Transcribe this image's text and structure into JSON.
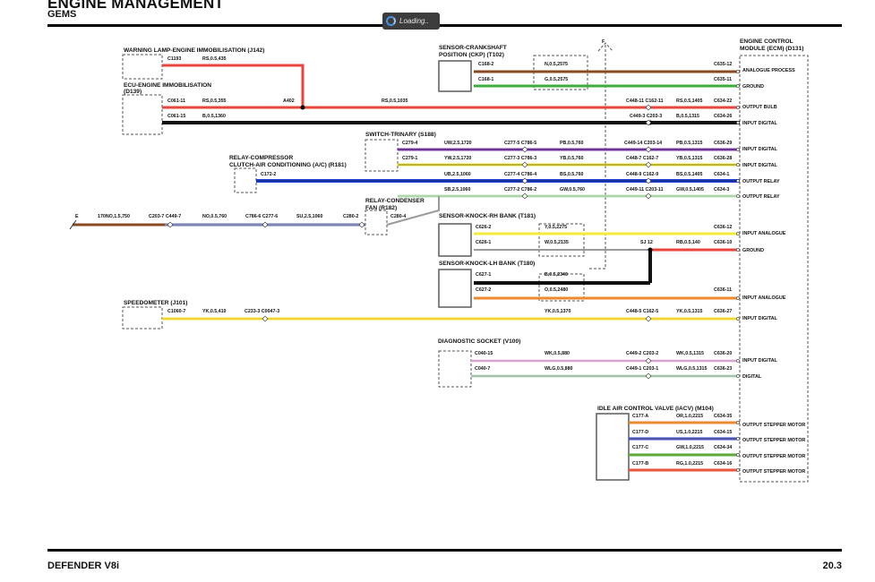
{
  "header": {
    "title": "ENGINE MANAGEMENT",
    "subtitle": "GEMS",
    "loading_text": "Loading.."
  },
  "footer": {
    "left": "DEFENDER V8i",
    "right": "20.3"
  },
  "colors": {
    "red": "#e8453c",
    "black": "#111111",
    "brown": "#8a4a20",
    "green": "#3cae3c",
    "purple": "#8a3fc0",
    "yellow": "#f4ea3a",
    "blue": "#1f3fd0",
    "grey": "#9a9a9a",
    "orange": "#ee8a2e",
    "pink": "#f0c8d8",
    "lightgreen": "#b6e6b0",
    "slate": "#5b6ea8"
  },
  "components": [
    {
      "id": "j142",
      "text": [
        "WARNING LAMP-ENGINE IMMOBILISATION (J142)"
      ]
    },
    {
      "id": "d139",
      "text": [
        "ECU-ENGINE IMMOBILISATION",
        "(D139)"
      ]
    },
    {
      "id": "t102",
      "text": [
        "SENSOR-CRANKSHAFT",
        "POSITION (CKP) (T102)"
      ]
    },
    {
      "id": "d131",
      "text": [
        "ENGINE CONTROL",
        "MODULE (ECM) (D131)"
      ]
    },
    {
      "id": "s188",
      "text": [
        "SWITCH-TRINARY (S188)"
      ]
    },
    {
      "id": "r181",
      "text": [
        "RELAY-COMPRESSOR",
        "CLUTCH-AIR CONDITIONING (A/C) (R181)"
      ]
    },
    {
      "id": "r182",
      "text": [
        "RELAY-CONDENSER",
        "FAN (R182)"
      ]
    },
    {
      "id": "t181",
      "text": [
        "SENSOR-KNOCK-RH BANK (T181)"
      ]
    },
    {
      "id": "t180",
      "text": [
        "SENSOR-KNOCK-LH BANK (T180)"
      ]
    },
    {
      "id": "j101",
      "text": [
        "SPEEDOMETER (J101)"
      ]
    },
    {
      "id": "v100",
      "text": [
        "DIAGNOSTIC SOCKET (V100)"
      ]
    },
    {
      "id": "m104",
      "text": [
        "IDLE AIR CONTROL VALVE (IACV) (M104)"
      ]
    }
  ],
  "labels": [
    {
      "id": "l1",
      "text": "C1193"
    },
    {
      "id": "l2",
      "text": "RS,0.5,435"
    },
    {
      "id": "l3",
      "text": "C168-2"
    },
    {
      "id": "l4",
      "text": "N,0.5,2575"
    },
    {
      "id": "l5",
      "text": "C635-12"
    },
    {
      "id": "l6",
      "text": "C168-1"
    },
    {
      "id": "l7",
      "text": "G,0.5,2575"
    },
    {
      "id": "l8",
      "text": "C635-11"
    },
    {
      "id": "l9",
      "text": "C061-11"
    },
    {
      "id": "l10",
      "text": "RS,0.5,355"
    },
    {
      "id": "l11",
      "text": "A402"
    },
    {
      "id": "l12",
      "text": "RS,0.5,1035"
    },
    {
      "id": "l13",
      "text": "C448-11 C162-11"
    },
    {
      "id": "l14",
      "text": "RS,0.5,1405"
    },
    {
      "id": "l15",
      "text": "C634-22"
    },
    {
      "id": "l16",
      "text": "C061-15"
    },
    {
      "id": "l17",
      "text": "B,0.5,1360"
    },
    {
      "id": "l18",
      "text": "C449-3 C203-3"
    },
    {
      "id": "l19",
      "text": "B,0.5,1315"
    },
    {
      "id": "l20",
      "text": "C634-26"
    },
    {
      "id": "l21",
      "text": "C279-4"
    },
    {
      "id": "l22",
      "text": "UW,2.5,1720"
    },
    {
      "id": "l23",
      "text": "C277-5 C786-5"
    },
    {
      "id": "l24",
      "text": "PB,0.5,760"
    },
    {
      "id": "l25",
      "text": "C449-14 C203-14"
    },
    {
      "id": "l26",
      "text": "PB,0.5,1315"
    },
    {
      "id": "l27",
      "text": "C636-29"
    },
    {
      "id": "l28",
      "text": "C279-1"
    },
    {
      "id": "l29",
      "text": "YW,2.5,1720"
    },
    {
      "id": "l30",
      "text": "C277-3 C786-3"
    },
    {
      "id": "l31",
      "text": "YB,0.5,760"
    },
    {
      "id": "l32",
      "text": "C448-7 C162-7"
    },
    {
      "id": "l33",
      "text": "YB,0.5,1315"
    },
    {
      "id": "l34",
      "text": "C636-28"
    },
    {
      "id": "l35",
      "text": "C172-2"
    },
    {
      "id": "l36",
      "text": "UB,2.5,1060"
    },
    {
      "id": "l37",
      "text": "C277-4 C786-4"
    },
    {
      "id": "l38",
      "text": "BS,0.5,760"
    },
    {
      "id": "l39",
      "text": "C448-9 C162-9"
    },
    {
      "id": "l40",
      "text": "BS,0.5,1405"
    },
    {
      "id": "l41",
      "text": "C634-1"
    },
    {
      "id": "l42",
      "text": "SB,2.5,1060"
    },
    {
      "id": "l43",
      "text": "C277-2 C786-2"
    },
    {
      "id": "l44",
      "text": "GW,0.5,760"
    },
    {
      "id": "l45",
      "text": "C449-11 C203-11"
    },
    {
      "id": "l46",
      "text": "GW,0.5,1405"
    },
    {
      "id": "l47",
      "text": "C634-3"
    },
    {
      "id": "l48",
      "text": "E"
    },
    {
      "id": "l49",
      "text": "170NO,1.5,750"
    },
    {
      "id": "l50",
      "text": "C203-7 C449-7"
    },
    {
      "id": "l51",
      "text": "NO,0.5,760"
    },
    {
      "id": "l52",
      "text": "C786-6 C277-6"
    },
    {
      "id": "l53",
      "text": "SU,2.5,1060"
    },
    {
      "id": "l54",
      "text": "C280-2"
    },
    {
      "id": "l55",
      "text": "C280-4"
    },
    {
      "id": "l56",
      "text": "C626-2"
    },
    {
      "id": "l57",
      "text": "Y,0.5,2275"
    },
    {
      "id": "l58",
      "text": "C636-12"
    },
    {
      "id": "l59",
      "text": "C626-1"
    },
    {
      "id": "l60",
      "text": "W,0.5,2135"
    },
    {
      "id": "l61",
      "text": "SJ 12"
    },
    {
      "id": "l62",
      "text": "RB,0.5,140"
    },
    {
      "id": "l63",
      "text": "C636-10"
    },
    {
      "id": "l64",
      "text": "C627-1"
    },
    {
      "id": "l65",
      "text": "B,0.5,2340"
    },
    {
      "id": "l66",
      "text": "C627-2"
    },
    {
      "id": "l67",
      "text": "O,0.5,2480"
    },
    {
      "id": "l68",
      "text": "C636-11"
    },
    {
      "id": "l69",
      "text": "C1060-7"
    },
    {
      "id": "l70",
      "text": "YK,0.5,410"
    },
    {
      "id": "l71",
      "text": "C233-3 C0047-3"
    },
    {
      "id": "l72",
      "text": "YK,0.5,1370"
    },
    {
      "id": "l73",
      "text": "C448-5 C162-5"
    },
    {
      "id": "l74",
      "text": "YK,0.5,1315"
    },
    {
      "id": "l75",
      "text": "C636-27"
    },
    {
      "id": "l76",
      "text": "C040-15"
    },
    {
      "id": "l77",
      "text": "WK,0.5,880"
    },
    {
      "id": "l78",
      "text": "C449-2 C203-2"
    },
    {
      "id": "l79",
      "text": "WK,0.5,1315"
    },
    {
      "id": "l80",
      "text": "C636-20"
    },
    {
      "id": "l81",
      "text": "C040-7"
    },
    {
      "id": "l82",
      "text": "WLG,0.5,880"
    },
    {
      "id": "l83",
      "text": "C449-1 C203-1"
    },
    {
      "id": "l84",
      "text": "WLG,0.5,1315"
    },
    {
      "id": "l85",
      "text": "C636-23"
    },
    {
      "id": "l86",
      "text": "C177-A"
    },
    {
      "id": "l87",
      "text": "OR,1.0,2215"
    },
    {
      "id": "l88",
      "text": "C634-35"
    },
    {
      "id": "l89",
      "text": "C177-D"
    },
    {
      "id": "l90",
      "text": "US,1.0,2215"
    },
    {
      "id": "l91",
      "text": "C634-15"
    },
    {
      "id": "l92",
      "text": "C177-C"
    },
    {
      "id": "l93",
      "text": "GW,1.0,2215"
    },
    {
      "id": "l94",
      "text": "C634-34"
    },
    {
      "id": "l95",
      "text": "C177-B"
    },
    {
      "id": "l96",
      "text": "RG,1.0,2215"
    },
    {
      "id": "l97",
      "text": "C634-16"
    },
    {
      "id": "l98",
      "text": "F"
    }
  ],
  "ecm_pins": [
    {
      "id": "p1",
      "text": "ANALOGUE PROCESS"
    },
    {
      "id": "p2",
      "text": "GROUND"
    },
    {
      "id": "p3",
      "text": "OUTPUT BULB"
    },
    {
      "id": "p4",
      "text": "INPUT DIGITAL"
    },
    {
      "id": "p5",
      "text": "INPUT DIGITAL"
    },
    {
      "id": "p6",
      "text": "INPUT DIGITAL"
    },
    {
      "id": "p7",
      "text": "OUTPUT RELAY"
    },
    {
      "id": "p8",
      "text": "OUTPUT RELAY"
    },
    {
      "id": "p9",
      "text": "INPUT ANALOGUE"
    },
    {
      "id": "p10",
      "text": "GROUND"
    },
    {
      "id": "p11",
      "text": "INPUT ANALOGUE"
    },
    {
      "id": "p12",
      "text": "INPUT DIGITAL"
    },
    {
      "id": "p13",
      "text": "INPUT DIGITAL"
    },
    {
      "id": "p14",
      "text": "DIGITAL"
    },
    {
      "id": "p15",
      "text": "OUTPUT STEPPER MOTOR"
    },
    {
      "id": "p16",
      "text": "OUTPUT STEPPER MOTOR"
    },
    {
      "id": "p17",
      "text": "OUTPUT STEPPER MOTOR"
    },
    {
      "id": "p18",
      "text": "OUTPUT STEPPER MOTOR"
    }
  ]
}
